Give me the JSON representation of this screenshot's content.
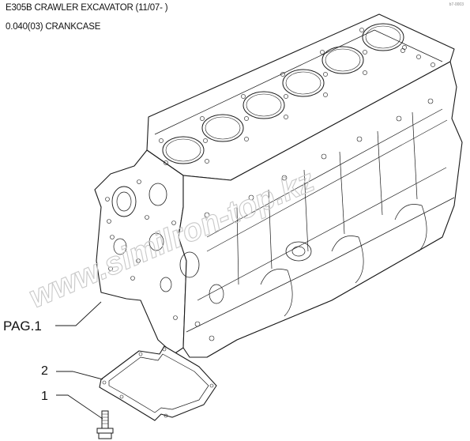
{
  "header": {
    "title": "E305B CRAWLER EXCAVATOR (11/07- )",
    "subtitle": "0.040(03) CRANKCASE"
  },
  "corner_mark": "b7-0003",
  "watermark": "www.similron-top.kz",
  "callouts": {
    "page_ref": "PAG.1",
    "gasket": "2",
    "bolt": "1"
  },
  "line_color": "#1a1a1a",
  "watermark_color": "#c9c9c9"
}
